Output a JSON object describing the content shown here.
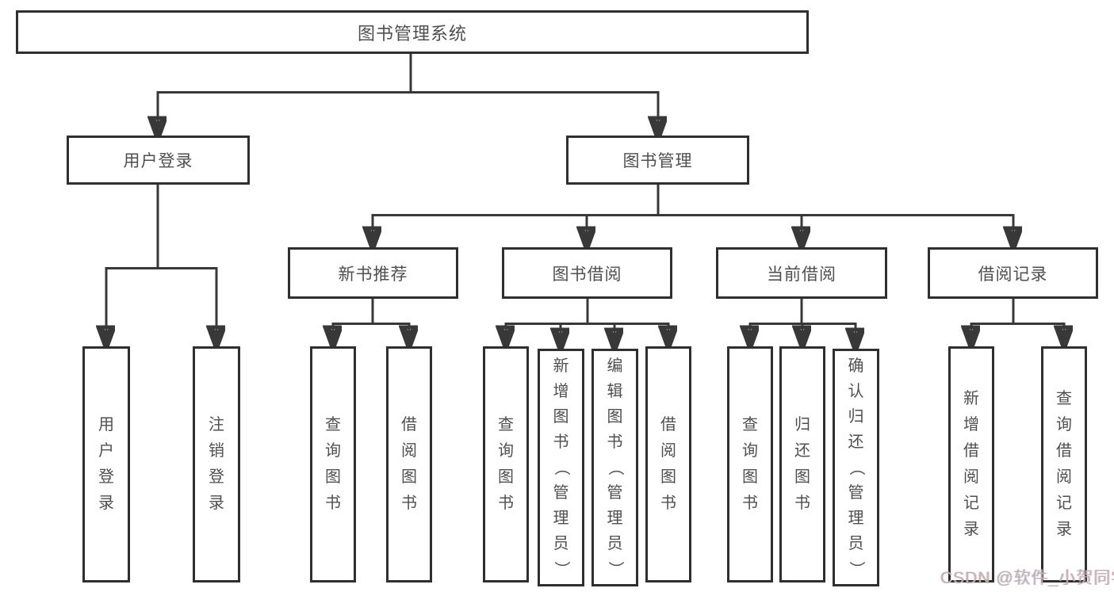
{
  "meta": {
    "type": "hierarchy-diagram",
    "background": "#ffffff"
  },
  "colors": {
    "line": "#383838",
    "box_border": "#2f2f2f",
    "box_text": "#4f4f4f",
    "watermark_text": "#bdb3b4"
  },
  "tree": {
    "root": {
      "label": "图书管理系统"
    },
    "branches": [
      {
        "label": "用户登录",
        "children": [
          {
            "label": "用户登录"
          },
          {
            "label": "注销登录"
          }
        ]
      },
      {
        "label": "图书管理",
        "sections": [
          {
            "label": "新书推荐",
            "children": [
              {
                "label": "查询图书"
              },
              {
                "label": "借阅图书"
              }
            ]
          },
          {
            "label": "图书借阅",
            "children": [
              {
                "label": "查询图书"
              },
              {
                "label": "新增图书（管理员）"
              },
              {
                "label": "编辑图书（管理员）"
              },
              {
                "label": "借阅图书"
              }
            ]
          },
          {
            "label": "当前借阅",
            "children": [
              {
                "label": "查询图书"
              },
              {
                "label": "归还图书"
              },
              {
                "label": "确认归还（管理员）"
              }
            ]
          },
          {
            "label": "借阅记录",
            "children": [
              {
                "label": "新增借阅记录"
              },
              {
                "label": "查询借阅记录"
              }
            ]
          }
        ]
      }
    ]
  },
  "watermark": {
    "text": "CSDN @软件_小贺同学"
  }
}
